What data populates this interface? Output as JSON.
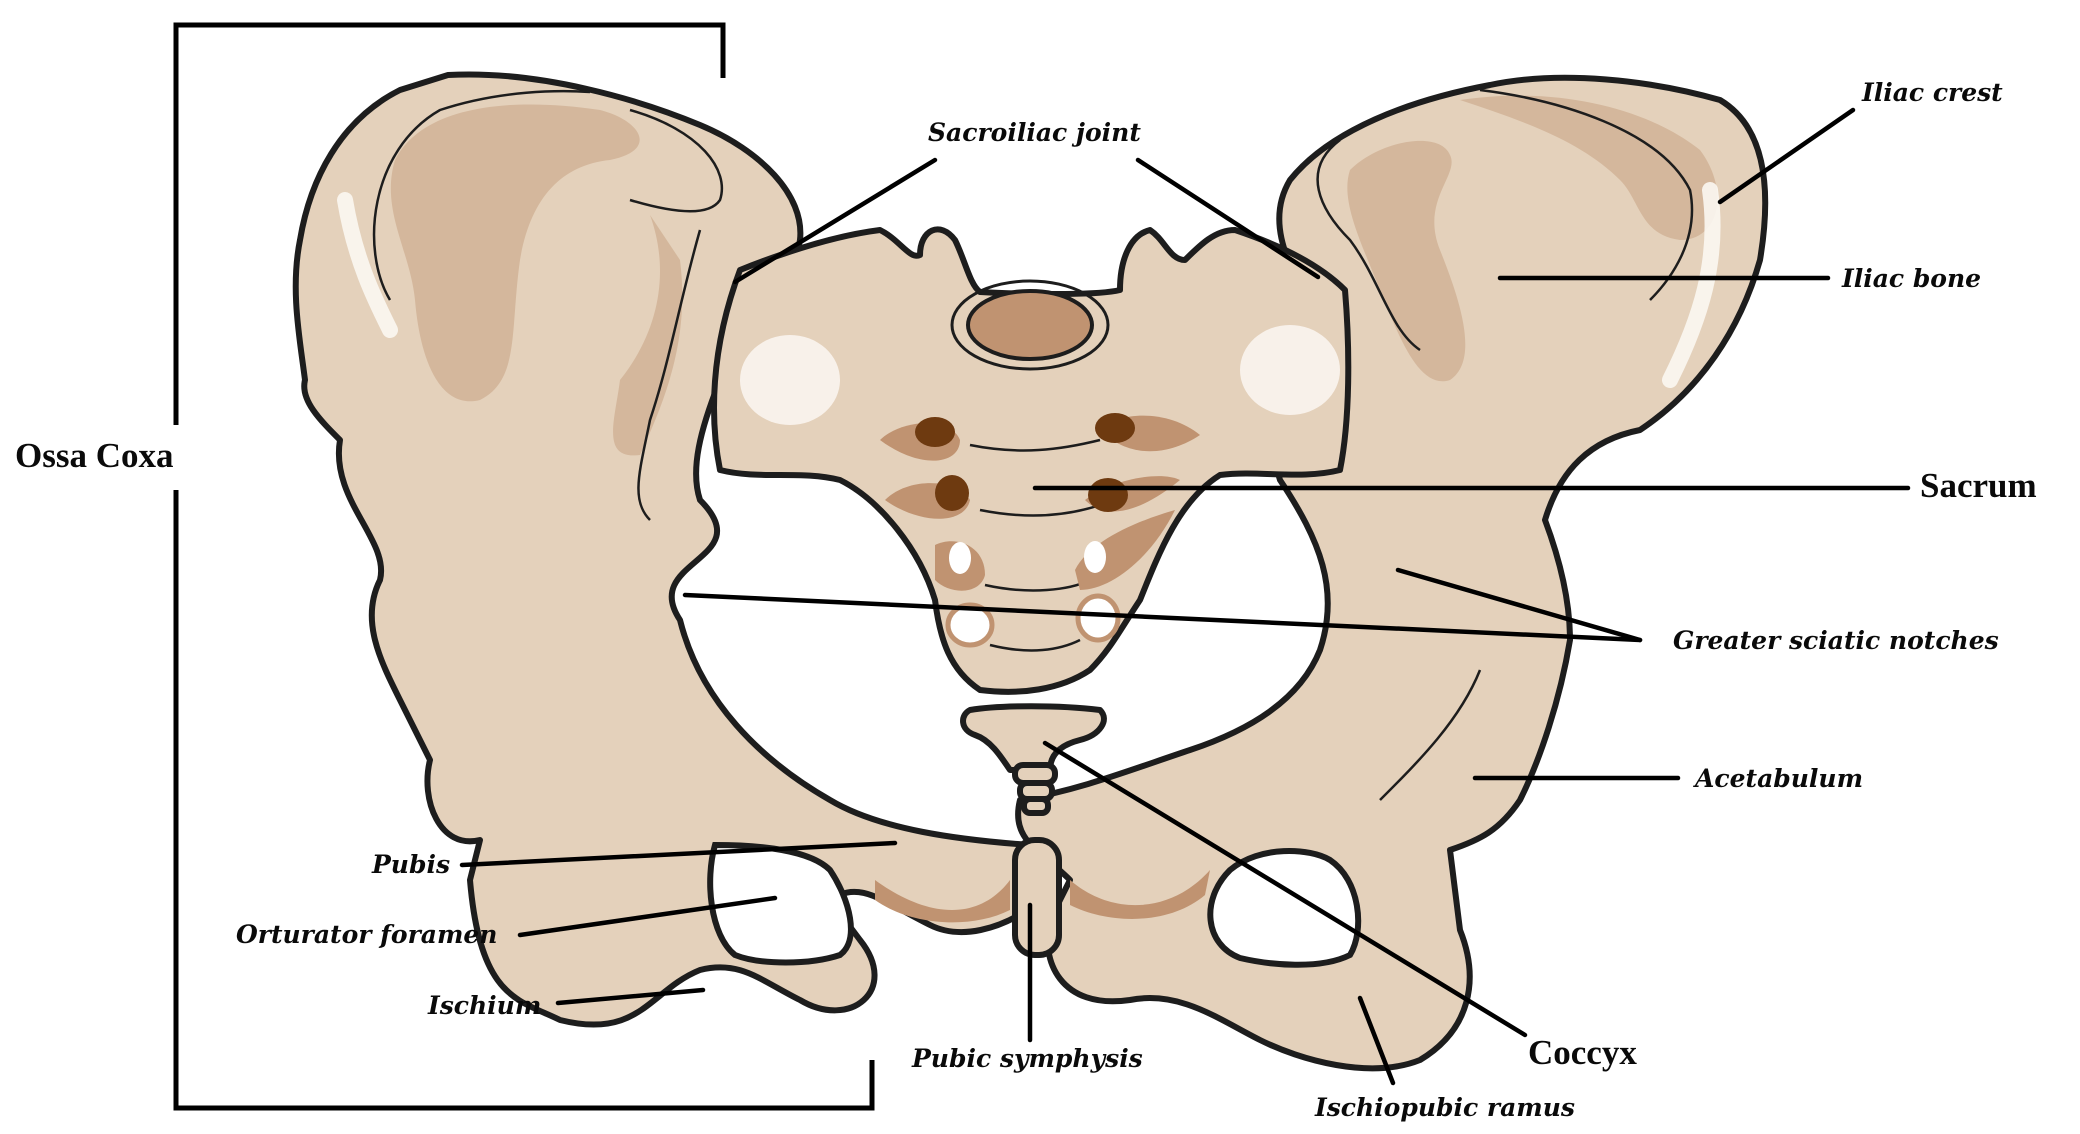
{
  "figure": {
    "title": "Pelvis anatomy (anterior view)",
    "colors": {
      "bone_fill": "#e4d1bb",
      "bone_shade": "#d4b79c",
      "bone_dark_shade": "#c09371",
      "foramen": "#6e3a10",
      "outline": "#1d1d1d",
      "background": "#ffffff"
    }
  },
  "labels": {
    "ossa_coxa": "Ossa Coxa",
    "sacroiliac_joint": "Sacroiliac joint",
    "iliac_crest": "Iliac crest",
    "iliac_bone": "Iliac bone",
    "sacrum": "Sacrum",
    "greater_sciatic_notches": "Greater sciatic notches",
    "acetabulum": "Acetabulum",
    "pubis": "Pubis",
    "obturator_foramen": "Orturator foramen",
    "ischium": "Ischium",
    "pubic_symphysis": "Pubic symphysis",
    "coccyx": "Coccyx",
    "ischiopubic_ramus": "Ischiopubic ramus"
  }
}
